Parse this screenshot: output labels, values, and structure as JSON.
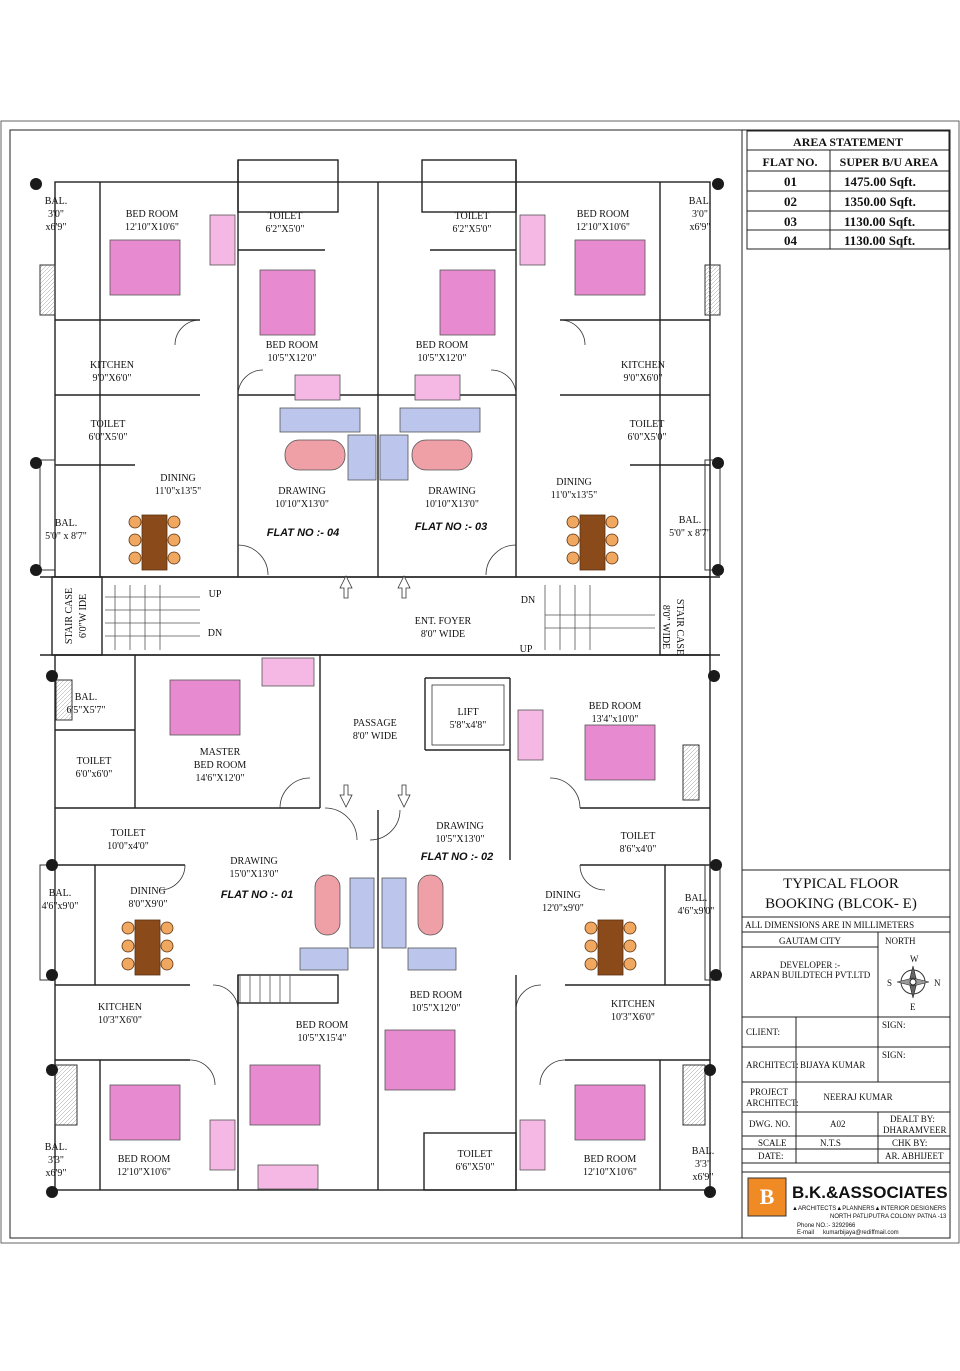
{
  "area_statement": {
    "title": "AREA STATEMENT",
    "col_flat": "FLAT NO.",
    "col_area": "SUPER B/U AREA",
    "rows": [
      {
        "flat": "01",
        "area": "1475.00 Sqft."
      },
      {
        "flat": "02",
        "area": "1350.00 Sqft."
      },
      {
        "flat": "03",
        "area": "1130.00 Sqft."
      },
      {
        "flat": "04",
        "area": "1130.00 Sqft."
      }
    ]
  },
  "title_block": {
    "title_line1": "TYPICAL FLOOR",
    "title_line2": "BOOKING  (BLCOK- E)",
    "dimensions_note": "ALL DIMENSIONS ARE IN MILLIMETERS",
    "project": "GAUTAM CITY",
    "north_label": "NORTH",
    "developer_line1": "DEVELOPER :-",
    "developer_line2": "ARPAN BUILDTECH PVT.LTD",
    "compass": {
      "n": "N",
      "s": "S",
      "e": "E",
      "w": "W"
    },
    "client_label": "CLIENT:",
    "sign_label": "SIGN:",
    "architect_label": "ARCHITECT:",
    "architect_value": "BIJAYA KUMAR",
    "project_architect_label_1": "PROJECT",
    "project_architect_label_2": "ARCHITECT:",
    "project_architect_value": "NEERAJ KUMAR",
    "dwg_label": "DWG. NO.",
    "dwg_value": "A02",
    "dealt_label": "DEALT BY:",
    "dealt_value": "DHARAMVEER",
    "scale_label": "SCALE",
    "scale_value": "N.T.S",
    "chk_label": "CHK BY:",
    "date_label": "DATE:",
    "chk_value": "AR. ABHIJEET",
    "firm_name": "B.K.&ASSOCIATES",
    "firm_tagline": "▲ARCHITECTS▲PLANNERS▲INTERIOR DESIGNERS",
    "firm_address": "NORTH PATLIPUTRA COLONY  PATNA -13",
    "firm_phone": "Phone NO.:-  3292966",
    "firm_email_label": "E-mail",
    "firm_email": "kumarbijaya@rediffmail.com",
    "logo_letter": "B"
  },
  "plan": {
    "flat_labels": {
      "f1": "FLAT NO :- 01",
      "f2": "FLAT NO :- 02",
      "f3": "FLAT NO :- 03",
      "f4": "FLAT NO :- 04"
    },
    "rooms": [
      {
        "id": "r1a",
        "t": "BED ROOM"
      },
      {
        "id": "r1b",
        "t": "12'10\"X10'6\""
      },
      {
        "id": "r2a",
        "t": "BAL."
      },
      {
        "id": "r2b",
        "t": "3'0\""
      },
      {
        "id": "r2c",
        "t": "x6'9\""
      },
      {
        "id": "r3a",
        "t": "TOILET"
      },
      {
        "id": "r3b",
        "t": "6'2\"X5'0\""
      },
      {
        "id": "r4a",
        "t": "BED ROOM"
      },
      {
        "id": "r4b",
        "t": "10'5\"X12'0\""
      },
      {
        "id": "r5a",
        "t": "KITCHEN"
      },
      {
        "id": "r5b",
        "t": "9'0\"X6'0\""
      },
      {
        "id": "r6a",
        "t": "TOILET"
      },
      {
        "id": "r6b",
        "t": "6'0\"X5'0\""
      },
      {
        "id": "r7a",
        "t": "DINING"
      },
      {
        "id": "r7b",
        "t": "11'0\"x13'5\""
      },
      {
        "id": "r8a",
        "t": "DRAWING"
      },
      {
        "id": "r8b",
        "t": "10'10\"X13'0\""
      },
      {
        "id": "r9a",
        "t": "BAL."
      },
      {
        "id": "r9b",
        "t": "5'0\" x 8'7\""
      },
      {
        "id": "s1a",
        "t": "TOILET"
      },
      {
        "id": "s1b",
        "t": "6'2\"X5'0\""
      },
      {
        "id": "s2a",
        "t": "BED ROOM"
      },
      {
        "id": "s2b",
        "t": "12'10\"X10'6\""
      },
      {
        "id": "s3a",
        "t": "BAL."
      },
      {
        "id": "s3b",
        "t": "3'0\""
      },
      {
        "id": "s3c",
        "t": "x6'9\""
      },
      {
        "id": "s4a",
        "t": "BED ROOM"
      },
      {
        "id": "s4b",
        "t": "10'5\"X12'0\""
      },
      {
        "id": "s5a",
        "t": "KITCHEN"
      },
      {
        "id": "s5b",
        "t": "9'0\"X6'0\""
      },
      {
        "id": "s6a",
        "t": "TOILET"
      },
      {
        "id": "s6b",
        "t": "6'0\"X5'0\""
      },
      {
        "id": "s7a",
        "t": "DINING"
      },
      {
        "id": "s7b",
        "t": "11'0\"x13'5\""
      },
      {
        "id": "s8a",
        "t": "DRAWING"
      },
      {
        "id": "s8b",
        "t": "10'10\"X13'0\""
      },
      {
        "id": "s9a",
        "t": "BAL."
      },
      {
        "id": "s9b",
        "t": "5'0\" x 8'7\""
      },
      {
        "id": "c1a",
        "t": "UP"
      },
      {
        "id": "c1b",
        "t": "DN"
      },
      {
        "id": "c2a",
        "t": "STAIR CASE"
      },
      {
        "id": "c2b",
        "t": "6'0\"W IDE"
      },
      {
        "id": "c3a",
        "t": "ENT. FOYER"
      },
      {
        "id": "c3b",
        "t": "8'0\" WIDE"
      },
      {
        "id": "c4a",
        "t": "DN"
      },
      {
        "id": "c4b",
        "t": "UP"
      },
      {
        "id": "c5a",
        "t": "STAIR CASE"
      },
      {
        "id": "c5b",
        "t": "8'0\" WIDE"
      },
      {
        "id": "p1a",
        "t": "BAL."
      },
      {
        "id": "p1b",
        "t": "6'5\"X5'7\""
      },
      {
        "id": "p2a",
        "t": "MASTER"
      },
      {
        "id": "p2b",
        "t": "BED ROOM"
      },
      {
        "id": "p2c",
        "t": "14'6\"X12'0\""
      },
      {
        "id": "p3a",
        "t": "TOILET"
      },
      {
        "id": "p3b",
        "t": "6'0\"x6'0\""
      },
      {
        "id": "p4a",
        "t": "PASSAGE"
      },
      {
        "id": "p4b",
        "t": "8'0\" WIDE"
      },
      {
        "id": "p5a",
        "t": "LIFT"
      },
      {
        "id": "p5b",
        "t": "5'8\"x4'8\""
      },
      {
        "id": "p6a",
        "t": "BED ROOM"
      },
      {
        "id": "p6b",
        "t": "13'4\"x10'0\""
      },
      {
        "id": "p7a",
        "t": "TOILET"
      },
      {
        "id": "p7b",
        "t": "10'0\"x4'0\""
      },
      {
        "id": "p8a",
        "t": "DRAWING"
      },
      {
        "id": "p8b",
        "t": "10'5\"X13'0\""
      },
      {
        "id": "p9a",
        "t": "TOILET"
      },
      {
        "id": "p9b",
        "t": "8'6\"x4'0\""
      },
      {
        "id": "q1a",
        "t": "DRAWING"
      },
      {
        "id": "q1b",
        "t": "15'0\"X13'0\""
      },
      {
        "id": "q2a",
        "t": "BAL."
      },
      {
        "id": "q2b",
        "t": "4'6\"x9'0\""
      },
      {
        "id": "q3a",
        "t": "DINING"
      },
      {
        "id": "q3b",
        "t": "8'0\"X9'0\""
      },
      {
        "id": "q4a",
        "t": "DINING"
      },
      {
        "id": "q4b",
        "t": "12'0\"x9'0\""
      },
      {
        "id": "q5a",
        "t": "BAL."
      },
      {
        "id": "q5b",
        "t": "4'6\"x9'0\""
      },
      {
        "id": "q6a",
        "t": "KITCHEN"
      },
      {
        "id": "q6b",
        "t": "10'3\"X6'0\""
      },
      {
        "id": "q7a",
        "t": "BED ROOM"
      },
      {
        "id": "q7b",
        "t": "10'5\"X15'4\""
      },
      {
        "id": "q8a",
        "t": "BED ROOM"
      },
      {
        "id": "q8b",
        "t": "10'5\"X12'0\""
      },
      {
        "id": "q9a",
        "t": "KITCHEN"
      },
      {
        "id": "q9b",
        "t": "10'3\"X6'0\""
      },
      {
        "id": "w1a",
        "t": "BAL."
      },
      {
        "id": "w1b",
        "t": "3'3\""
      },
      {
        "id": "w1c",
        "t": "x6'9\""
      },
      {
        "id": "w2a",
        "t": "BED ROOM"
      },
      {
        "id": "w2b",
        "t": "12'10\"X10'6\""
      },
      {
        "id": "w3a",
        "t": "TOILET"
      },
      {
        "id": "w3b",
        "t": "6'6\"X5'0\""
      },
      {
        "id": "w4a",
        "t": "BED ROOM"
      },
      {
        "id": "w4b",
        "t": "12'10\"X10'6\""
      },
      {
        "id": "w5a",
        "t": "BAL."
      },
      {
        "id": "w5b",
        "t": "3'3\""
      },
      {
        "id": "w5c",
        "t": "x6'9\""
      }
    ]
  }
}
